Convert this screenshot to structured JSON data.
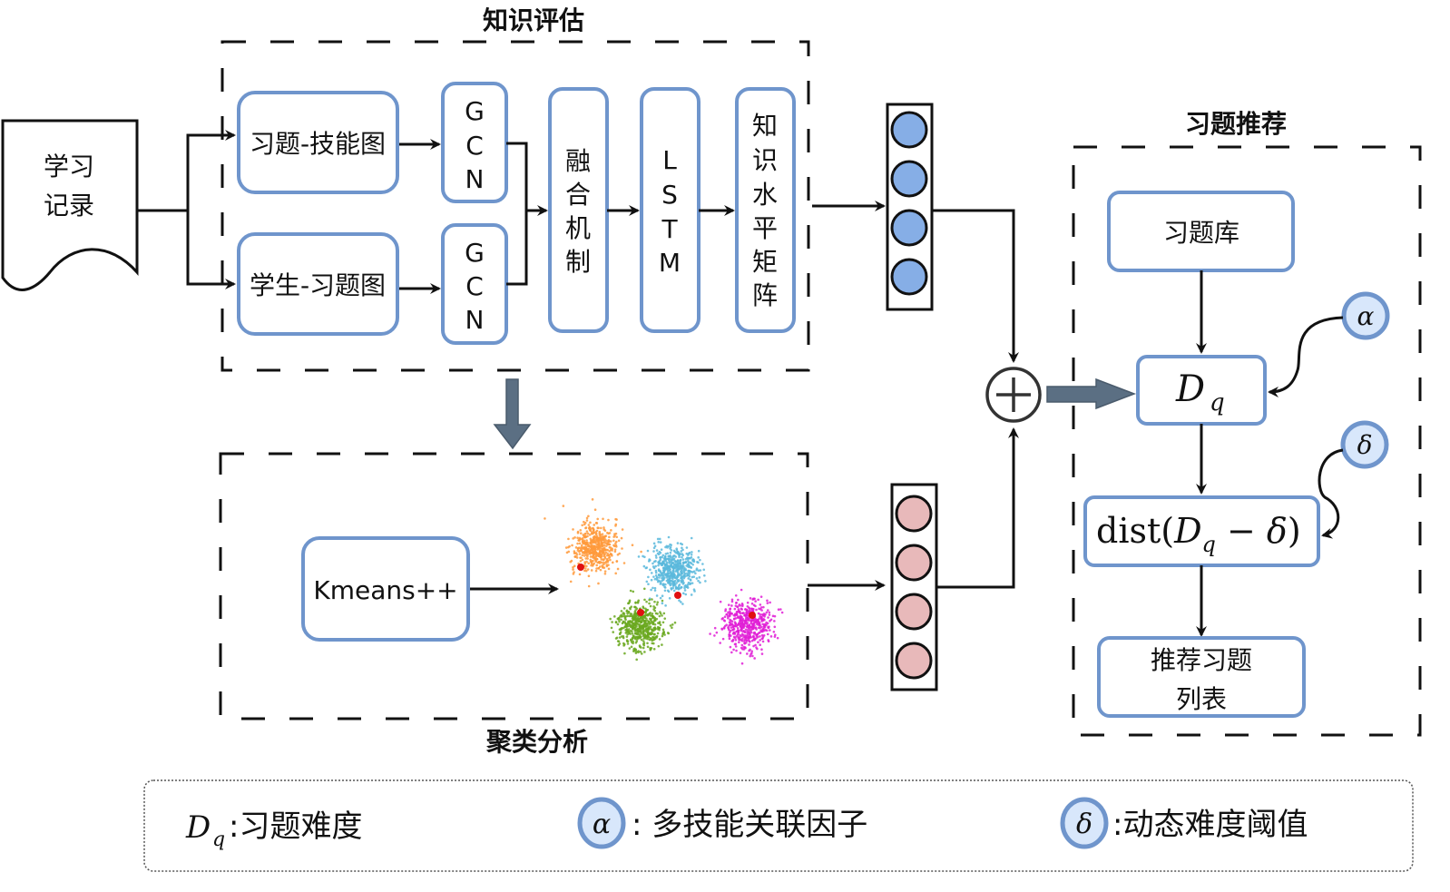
{
  "colors": {
    "box_border": "#6f95cc",
    "dash": "#111111",
    "blue_node": "#86aee6",
    "pink_node": "#e8b9ba",
    "fat_arrow": "#5b6f83",
    "param_fill": "#d8e7fb",
    "param_border": "#6f95cc",
    "cluster_orange": "#ff9a3c",
    "cluster_blue": "#5bb8dc",
    "cluster_green": "#6aa81e",
    "cluster_magenta": "#e01fd6",
    "centroid": "#e01010"
  },
  "input": {
    "label_line1": "学习",
    "label_line2": "记录"
  },
  "knowledge_eval": {
    "title": "知识评估",
    "graph1": "习题-技能图",
    "graph2": "学生-习题图",
    "gcn": [
      "G",
      "C",
      "N"
    ],
    "fusion": [
      "融",
      "合",
      "机",
      "制"
    ],
    "lstm": [
      "L",
      "S",
      "T",
      "M"
    ],
    "matrix": [
      "知",
      "识",
      "水",
      "平",
      "矩",
      "阵"
    ]
  },
  "cluster_analysis": {
    "title": "聚类分析",
    "kmeans": "Kmeans++"
  },
  "recommendation": {
    "title": "习题推荐",
    "bank": "习题库",
    "dq_main": "D",
    "dq_sub": "q",
    "dist_prefix": "dist(",
    "dist_D": "D",
    "dist_sub": "q",
    "dist_minus": " − ",
    "dist_delta": "δ",
    "dist_close": ")",
    "alpha": "α",
    "delta": "δ",
    "list_line1": "推荐习题",
    "list_line2": "列表"
  },
  "legend": {
    "dq_main": "D",
    "dq_sub": "q",
    "dq_desc": ":习题难度",
    "alpha": "α",
    "alpha_desc": ": 多技能关联因子",
    "delta": "δ",
    "delta_desc": ":动态难度阈值"
  }
}
